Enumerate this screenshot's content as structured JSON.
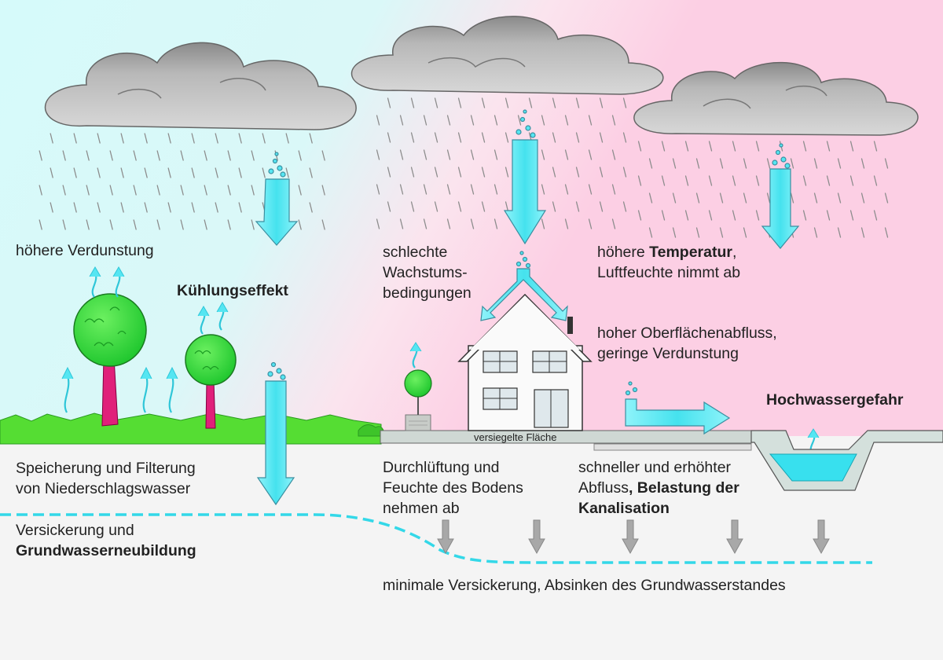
{
  "labels": {
    "evaporation": "höhere Verdunstung",
    "cooling": "Kühlungseffekt",
    "storage_line1": "Speicherung und Filterung",
    "storage_line2": "von Niederschlagswasser",
    "infiltration_line1": "Versickerung und",
    "infiltration_line2": "Grundwasserneubildung",
    "growth_line1": "schlechte",
    "growth_line2": "Wachstums-",
    "growth_line3": "bedingungen",
    "temp_prefix": "höhere ",
    "temp_bold": "Temperatur",
    "temp_suffix": ",",
    "temp_line2": "Luftfeuchte nimmt ab",
    "runoff_line1": "hoher Oberflächenabfluss,",
    "runoff_line2": "geringe Verdunstung",
    "flood": "Hochwassergefahr",
    "sealed_surface": "versiegelte Fläche",
    "soil_line1": "Durchlüftung und",
    "soil_line2": "Feuchte des Bodens",
    "soil_line3": "nehmen ab",
    "discharge_line1": "schneller und erhöhter",
    "discharge_line2_prefix": "Abfluss",
    "discharge_line2_bold": ", Belastung der",
    "discharge_line3_bold": "Kanalisation",
    "minimal_infiltration": "minimale Versickerung, Absinken des Grundwasserstandes"
  },
  "colors": {
    "sky_left": "#d6fafa",
    "sky_right": "#fcd0e6",
    "water": "#55e6f2",
    "cloud": "#bdbdbd",
    "grass": "#55dd33",
    "tree_canopy": "#2fd43a",
    "trunk": "#e0207a",
    "ground": "#f4f4f4",
    "groundwater": "#33d8e8",
    "sealed": "#cfd8d4",
    "gray_arrow": "#a8a8a8"
  }
}
